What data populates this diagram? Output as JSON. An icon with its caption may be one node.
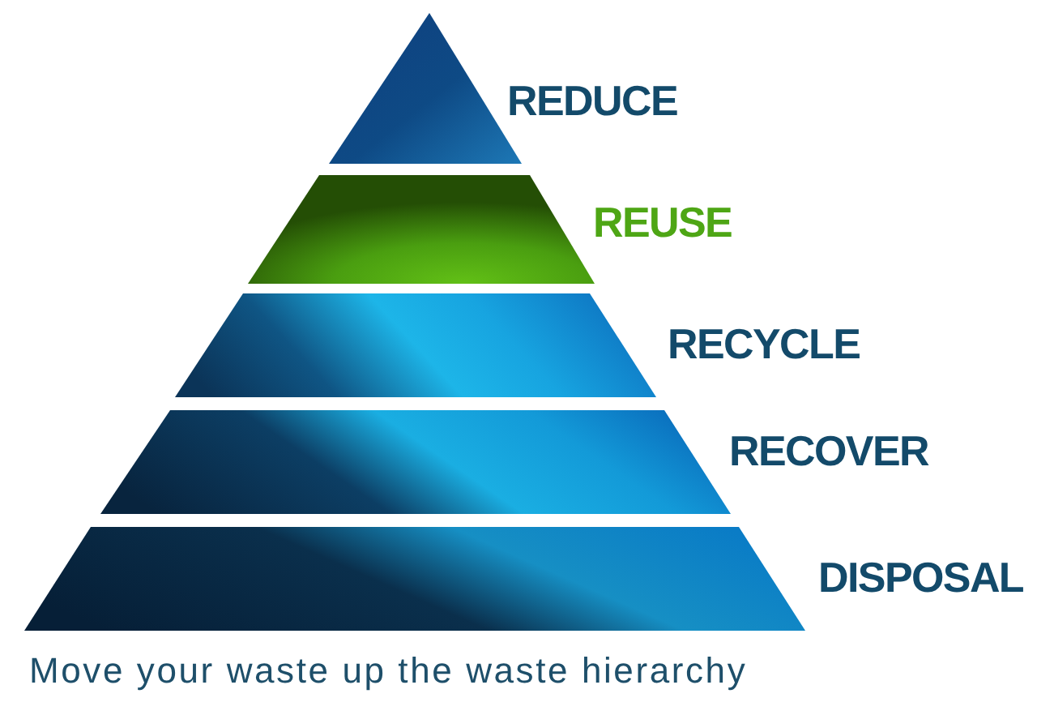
{
  "diagram": {
    "nodes": [
      {
        "text": [
          "REDUCE"
        ]
      },
      {
        "text": [
          "REUSE"
        ]
      },
      {
        "text": [
          "RECYCLE"
        ]
      },
      {
        "text": [
          "RECOVER"
        ]
      },
      {
        "text": [
          "DISPOSAL"
        ]
      }
    ],
    "caption": "Move your waste up the waste hierarchy"
  }
}
